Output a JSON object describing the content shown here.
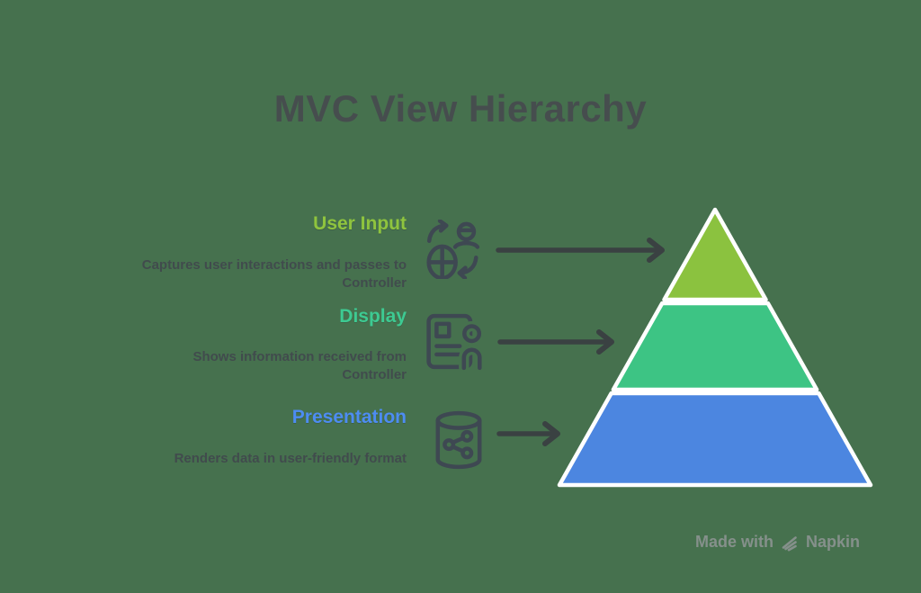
{
  "title": "MVC View Hierarchy",
  "colors": {
    "background": "#46714E",
    "title": "#464D4E",
    "description_text": "#414B4D",
    "arrow": "#3A4142",
    "icon": "#3E4852",
    "pyramid_outline": "#FFFFFF",
    "watermark": "#85908B"
  },
  "rows": [
    {
      "label": "User Input",
      "label_color": "#8FC43E",
      "icon": "user-interaction-icon",
      "desc_lines": [
        "Captures user interactions and passes to",
        "Controller"
      ]
    },
    {
      "label": "Display",
      "label_color": "#3DCA92",
      "icon": "display-document-icon",
      "desc_lines": [
        "Shows information received from",
        "Controller"
      ]
    },
    {
      "label": "Presentation",
      "label_color": "#4D8CF2",
      "icon": "database-share-icon",
      "desc_lines": [
        "Renders data in user-friendly format",
        ""
      ]
    }
  ],
  "pyramid": {
    "layers": [
      {
        "name": "top",
        "color": "#8BC23F"
      },
      {
        "name": "middle",
        "color": "#3DC484"
      },
      {
        "name": "bottom",
        "color": "#4C86E0"
      }
    ]
  },
  "watermark": {
    "made_with": "Made with",
    "brand": "Napkin"
  }
}
